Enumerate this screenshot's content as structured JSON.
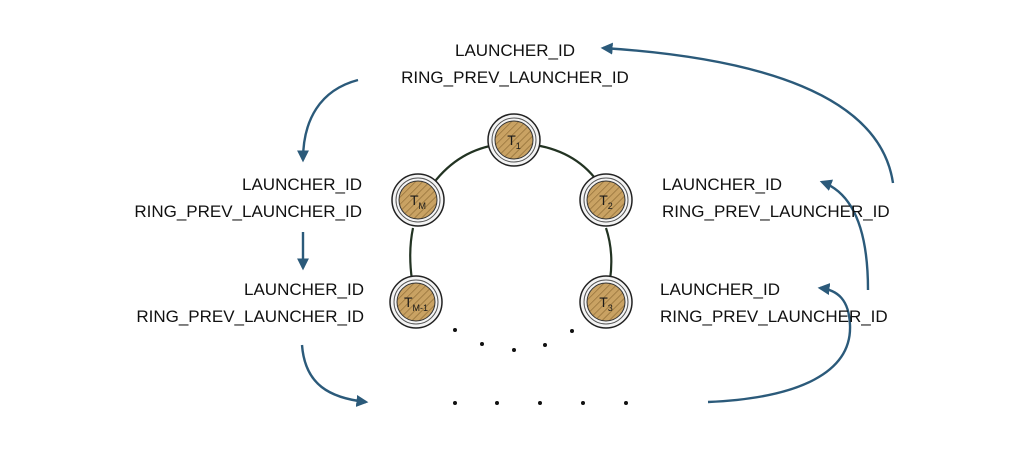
{
  "colors": {
    "arrow": "#2b5a7a",
    "ring": "#223322",
    "coin_fill": "#c9a263",
    "coin_hatch": "#8c6a33",
    "coin_rim": "#f4f4f4",
    "coin_outline": "#222222"
  },
  "labels": {
    "top": {
      "line1": "LAUNCHER_ID",
      "line2": "RING_PREV_LAUNCHER_ID"
    },
    "left_upper": {
      "line1": "LAUNCHER_ID",
      "line2": "RING_PREV_LAUNCHER_ID"
    },
    "left_lower": {
      "line1": "LAUNCHER_ID",
      "line2": "RING_PREV_LAUNCHER_ID"
    },
    "right_upper": {
      "line1": "LAUNCHER_ID",
      "line2": "RING_PREV_LAUNCHER_ID"
    },
    "right_lower": {
      "line1": "LAUNCHER_ID",
      "line2": "RING_PREV_LAUNCHER_ID"
    }
  },
  "coins": {
    "t1": {
      "main": "T",
      "sub": "1"
    },
    "t2": {
      "main": "T",
      "sub": "2"
    },
    "t3": {
      "main": "T",
      "sub": "3"
    },
    "tm": {
      "main": "T",
      "sub": "M"
    },
    "tm1": {
      "main": "T",
      "sub": "M-1"
    }
  }
}
